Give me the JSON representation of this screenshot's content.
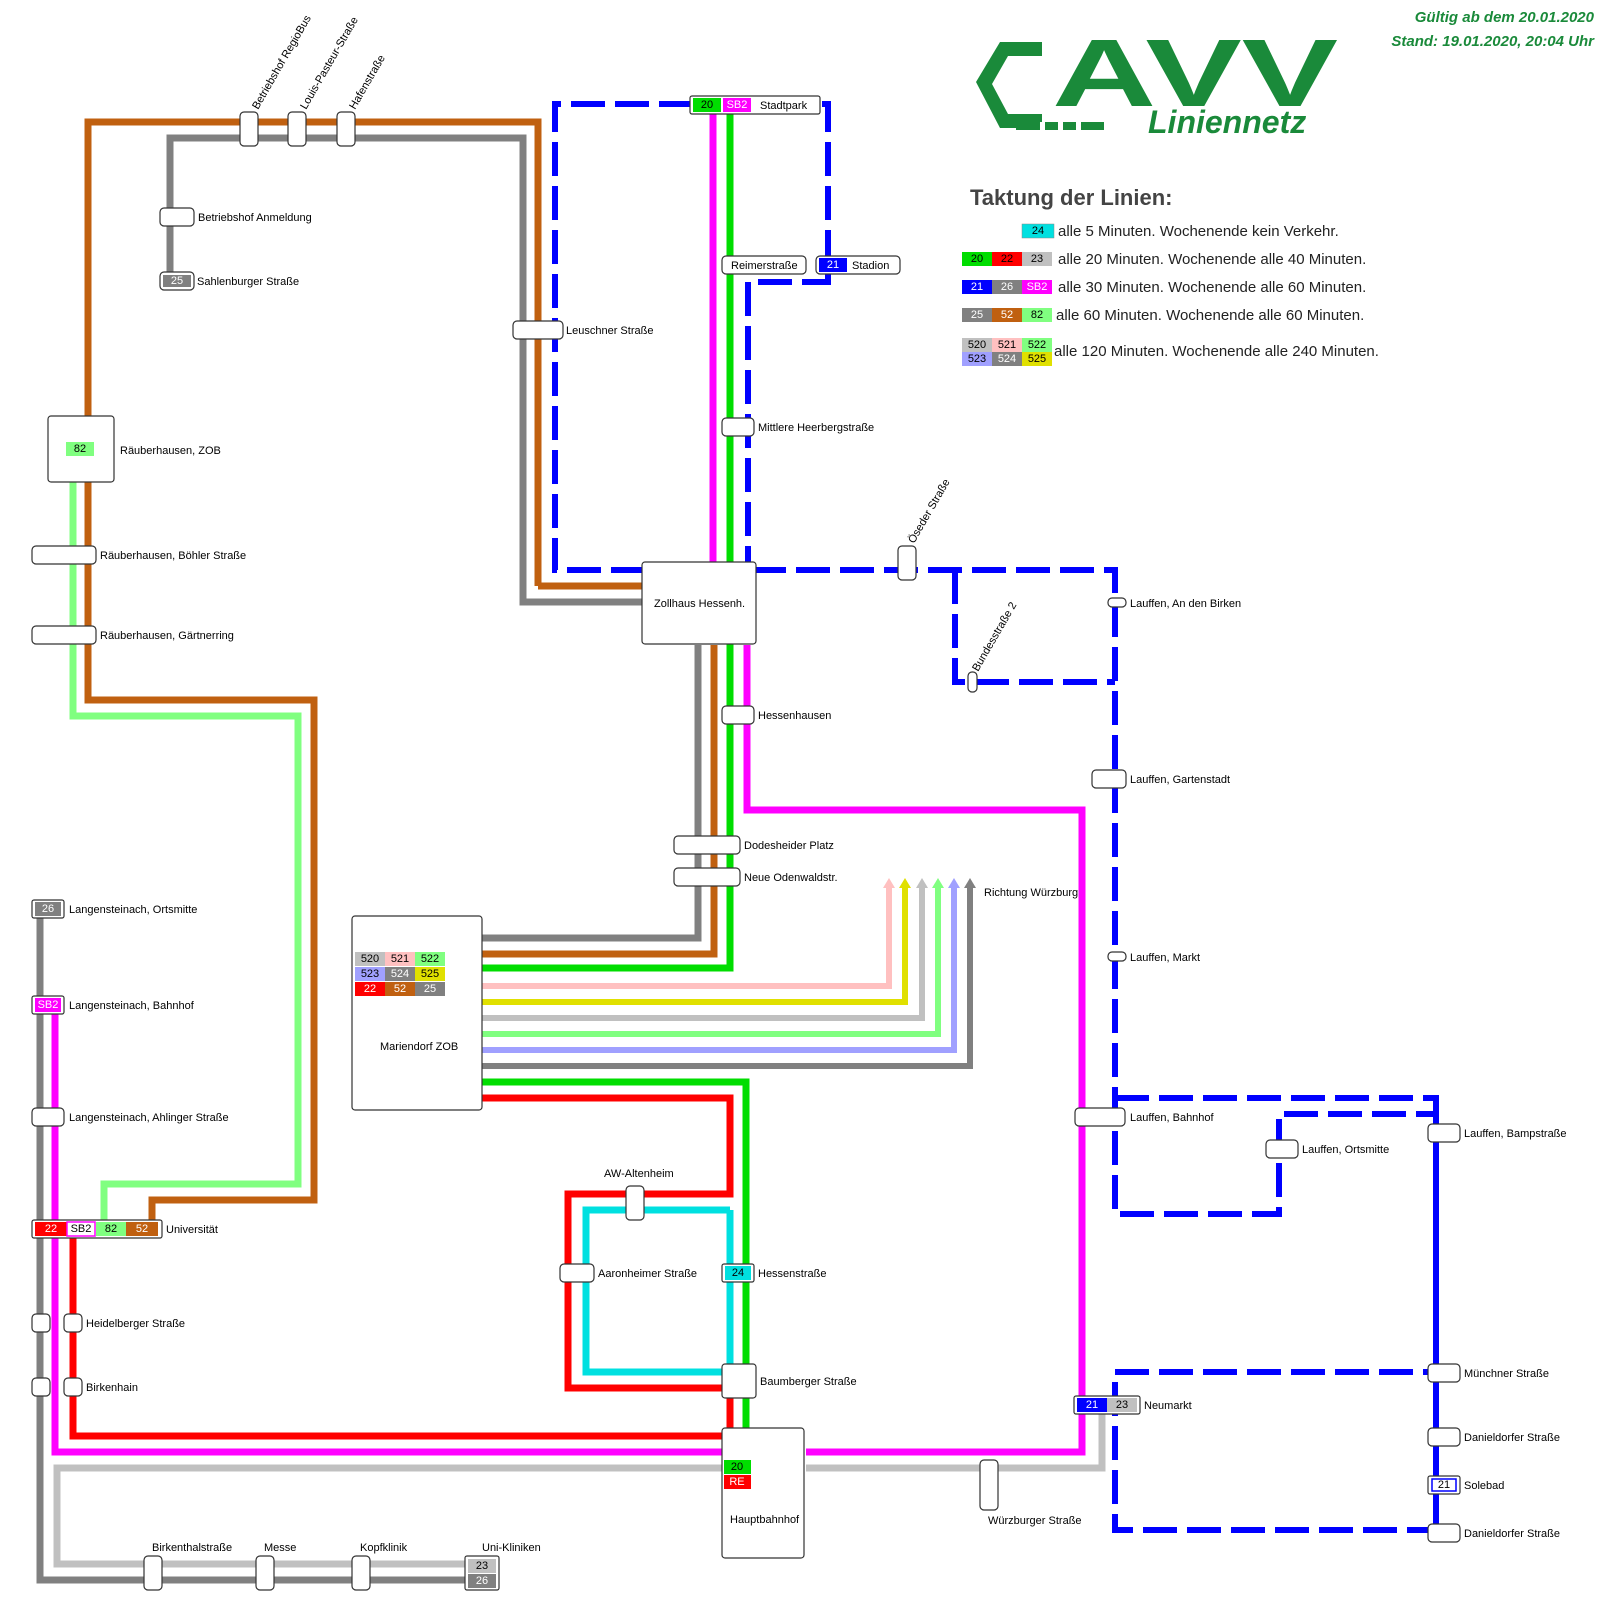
{
  "header": {
    "logo_text": "AVV",
    "logo_subtitle": "Liniennetz",
    "valid_from": "Gültig ab dem 20.01.2020",
    "stand": "Stand: 19.01.2020, 20:04 Uhr"
  },
  "colors": {
    "brand_green": "#1a8a3a",
    "line_20": "#00dd00",
    "line_21": "#0000ff",
    "line_22": "#ff0000",
    "line_23": "#c0c0c0",
    "line_24": "#00e0e0",
    "line_25": "#808080",
    "line_26": "#808080",
    "line_52": "#c06010",
    "line_82": "#80ff80",
    "line_SB2": "#ff00ff",
    "line_520": "#c0c0c0",
    "line_521": "#ffc0c0",
    "line_522": "#80ff80",
    "line_523": "#a0a0ff",
    "line_524": "#808080",
    "line_525": "#e0e000",
    "line_RE": "#ff0000"
  },
  "legend": {
    "title": "Taktung der Linien:",
    "rows": [
      {
        "lines": [
          "24"
        ],
        "text": "alle 5 Minuten. Wochenende kein Verkehr."
      },
      {
        "lines": [
          "20",
          "22",
          "23"
        ],
        "text": "alle 20 Minuten. Wochenende alle 40 Minuten."
      },
      {
        "lines": [
          "21",
          "26",
          "SB2"
        ],
        "text": "alle 30 Minuten. Wochenende alle 60 Minuten."
      },
      {
        "lines": [
          "25",
          "52",
          "82"
        ],
        "text": "alle 60 Minuten. Wochenende alle 60 Minuten."
      },
      {
        "lines": [
          "520",
          "521",
          "522",
          "523",
          "524",
          "525"
        ],
        "text": "alle 120 Minuten. Wochenende alle 240 Minuten."
      }
    ]
  },
  "stops": {
    "betriebshof_regiobus": "Betriebshof RegioBus",
    "louis_pasteur": "Louis-Pasteur-Straße",
    "hafenstrasse": "Hafenstraße",
    "betriebshof_anmeldung": "Betriebshof Anmeldung",
    "sahlenburger": "Sahlenburger Straße",
    "leuschner": "Leuschner Straße",
    "stadtpark": "Stadtpark",
    "reimerstrasse": "Reimerstraße",
    "stadion": "Stadion",
    "mittlere_heerberg": "Mittlere Heerbergstraße",
    "raeuberhausen_zob": "Räuberhausen, ZOB",
    "raeuberhausen_boehler": "Räuberhausen, Böhler Straße",
    "raeuberhausen_gaertnerring": "Räuberhausen, Gärtnerring",
    "zollhaus": "Zollhaus Hessenh.",
    "oeseder": "Öseder Straße",
    "bundesstrasse2": "Bundesstraße 2",
    "lauffen_birken": "Lauffen, An den Birken",
    "hessenhausen": "Hessenhausen",
    "lauffen_gartenstadt": "Lauffen, Gartenstadt",
    "dodesheider": "Dodesheider Platz",
    "neue_odenwald": "Neue Odenwaldstr.",
    "richtung_wuerzburg": "Richtung Würzburg",
    "lauffen_markt": "Lauffen, Markt",
    "langensteinach_ortsmitte": "Langensteinach, Ortsmitte",
    "langensteinach_bahnhof": "Langensteinach, Bahnhof",
    "mariendorf_zob": "Mariendorf ZOB",
    "langensteinach_ahlinger": "Langensteinach, Ahlinger Straße",
    "lauffen_bahnhof": "Lauffen, Bahnhof",
    "lauffen_ortsmitte": "Lauffen, Ortsmitte",
    "lauffen_bampstrasse": "Lauffen, Bampstraße",
    "aw_altenheim": "AW-Altenheim",
    "universitaet": "Universität",
    "aaronheimer": "Aaronheimer Straße",
    "hessenstrasse": "Hessenstraße",
    "heidelberger": "Heidelberger Straße",
    "baumberger": "Baumberger Straße",
    "muenchner": "Münchner Straße",
    "birkenhain": "Birkenhain",
    "neumarkt": "Neumarkt",
    "danieldorfer1": "Danieldorfer Straße",
    "hauptbahnhof": "Hauptbahnhof",
    "solebad": "Solebad",
    "wuerzburger": "Würzburger Straße",
    "danieldorfer2": "Danieldorfer Straße",
    "birkenthalstrasse": "Birkenthalstraße",
    "messe": "Messe",
    "kopfklinik": "Kopfklinik",
    "uni_kliniken": "Uni-Kliniken"
  },
  "chips": {
    "zob_82": "82",
    "sahlenburger_25": "25",
    "stadtpark_20": "20",
    "stadtpark_sb2": "SB2",
    "stadion_21": "21",
    "langensteinach_26": "26",
    "langensteinach_sb2": "SB2",
    "uni_22": "22",
    "uni_sb2": "SB2",
    "uni_82": "82",
    "uni_52": "52",
    "mariendorf": [
      "520",
      "521",
      "522",
      "523",
      "524",
      "525",
      "22",
      "52",
      "25"
    ],
    "hessenstrasse_24": "24",
    "neumarkt_21": "21",
    "neumarkt_23": "23",
    "hbf_20": "20",
    "hbf_re": "RE",
    "solebad_21": "21",
    "uniklinik_23": "23",
    "uniklinik_26": "26"
  }
}
